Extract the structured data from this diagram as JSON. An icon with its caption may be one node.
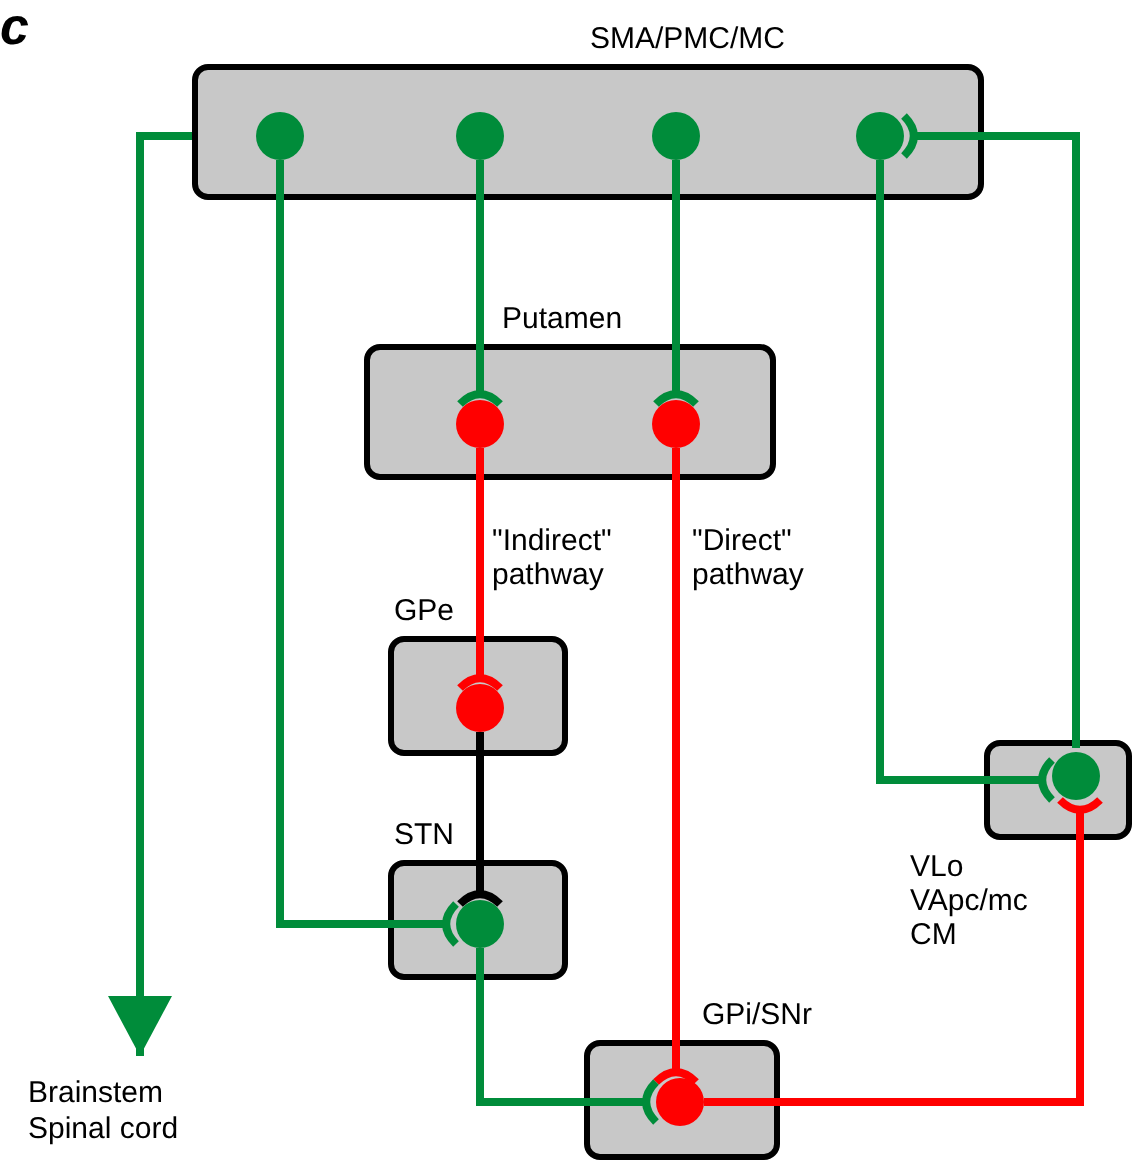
{
  "diagram": {
    "nodes": [
      {
        "text": [
          "SMA/PMC/MC"
        ]
      },
      {
        "text": [
          "Putamen"
        ]
      },
      {
        "text": [
          "GPe"
        ]
      },
      {
        "text": [
          "STN"
        ]
      },
      {
        "text": [
          "GPi/SNr"
        ]
      },
      {
        "text": [
          "VLo VApc/mc CM"
        ]
      },
      {
        "text": [
          "Brainstem Spinal cord"
        ]
      }
    ],
    "edges": [
      {
        "from": 0,
        "to": 6,
        "arrow": "to"
      },
      {
        "from": 0,
        "to": 1,
        "arrow": "other"
      },
      {
        "from": 0,
        "to": 1,
        "arrow": "other"
      },
      {
        "from": 0,
        "to": 3,
        "arrow": "other"
      },
      {
        "from": 0,
        "to": 5,
        "arrow": "other"
      },
      {
        "from": 5,
        "to": 0,
        "arrow": "other"
      },
      {
        "from": 1,
        "to": 2,
        "arrow": "other",
        "label": "\"Indirect\" pathway",
        "color": "#ff0000"
      },
      {
        "from": 1,
        "to": 4,
        "arrow": "other",
        "label": "\"Direct\" pathway",
        "color": "#ff0000"
      },
      {
        "from": 2,
        "to": 3,
        "arrow": "other",
        "color": "#000000"
      },
      {
        "from": 3,
        "to": 4,
        "arrow": "other"
      },
      {
        "from": 4,
        "to": 5,
        "arrow": "other",
        "color": "#ff0000"
      }
    ],
    "labels": [
      "c"
    ]
  }
}
